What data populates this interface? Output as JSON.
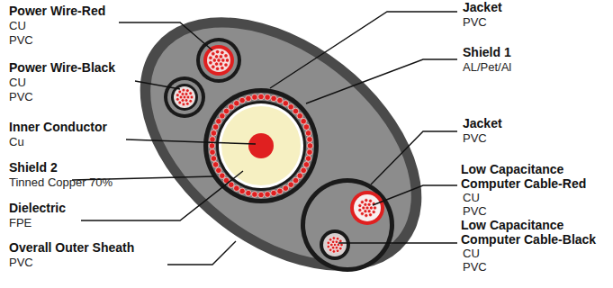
{
  "diagram": {
    "labels": [
      "Power Wire-Red",
      "CU",
      "PVC",
      "Power Wire-Black",
      "CU",
      "PVC",
      "Inner Conductor",
      "Cu",
      "Shield 2",
      "Tinned Copper 70%",
      "Dielectric",
      "FPE",
      "Overall Outer Sheath",
      "PVC",
      "Jacket",
      "PVC",
      "Shield 1",
      "AL/Pet/Al",
      "Jacket",
      "PVC",
      "Low Capacitance Computer Cable-Red",
      "CU",
      "PVC",
      "Low Capacitance Computer Cable-Black",
      "CU",
      "PVC"
    ]
  }
}
